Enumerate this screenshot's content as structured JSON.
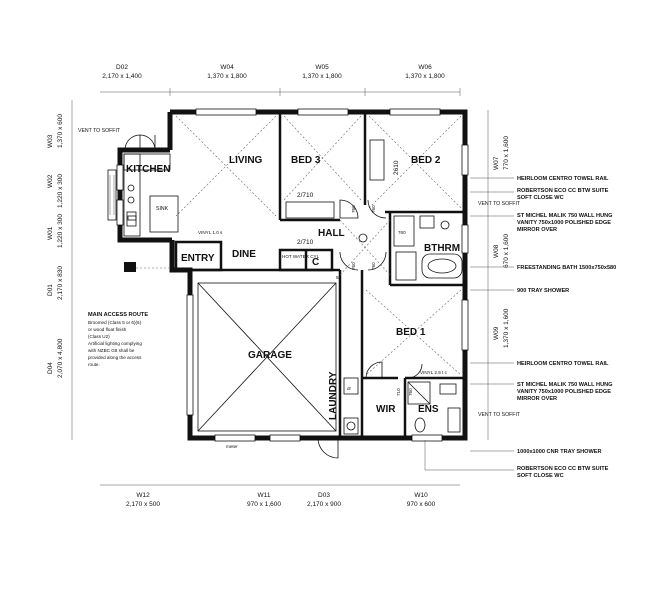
{
  "rooms": {
    "kitchen": "KITCHEN",
    "living": "LIVING",
    "bed3": "BED 3",
    "bed2": "BED 2",
    "bed1": "BED 1",
    "hall": "HALL",
    "dine": "DINE",
    "entry": "ENTRY",
    "garage": "GARAGE",
    "laundry": "LAUNDRY",
    "bthrm": "BTHRM",
    "wir": "WIR",
    "ens": "ENS",
    "sink": "SINK",
    "c": "C"
  },
  "windows_top": [
    {
      "code": "D02",
      "size": "2,170 x 1,400"
    },
    {
      "code": "W04",
      "size": "1,370 x 1,800"
    },
    {
      "code": "W05",
      "size": "1,370 x 1,800"
    },
    {
      "code": "W06",
      "size": "1,370 x 1,800"
    }
  ],
  "windows_left": [
    {
      "code": "W03",
      "size": "1,370 x 600"
    },
    {
      "code": "W02",
      "size": "1,220 x 300"
    },
    {
      "code": "W01",
      "size": "1,220 x 300"
    },
    {
      "code": "D01",
      "size": "2,170 x 830"
    },
    {
      "code": "D04",
      "size": "2,070 x 4,800"
    }
  ],
  "windows_right": [
    {
      "code": "W07",
      "size": "770 x 1,600"
    },
    {
      "code": "W08",
      "size": "670 x 1,600"
    },
    {
      "code": "W09",
      "size": "1,370 x 1,600"
    }
  ],
  "windows_bottom": [
    {
      "code": "W12",
      "size": "2,170 x 500"
    },
    {
      "code": "W11",
      "size": "970 x 1,600"
    },
    {
      "code": "D03",
      "size": "2,170 x 900"
    },
    {
      "code": "W10",
      "size": "970 x 600"
    }
  ],
  "notes_right": [
    "HEIRLOOM CENTRO TOWEL RAIL",
    "ROBERTSON ECO CC BTW SUITE",
    "SOFT CLOSE WC",
    "ST MICHEL MALIK 750 WALL HUNG",
    "VANITY 750x1000 POLISHED EDGE",
    "MIRROR OVER",
    "FREESTANDING BATH 1500x750x580",
    "900 TRAY SHOWER",
    "HEIRLOOM CENTRO TOWEL RAIL",
    "ST MICHEL MALIK 750 WALL HUNG",
    "VANITY 750x1000 POLISHED EDGE",
    "MIRROR OVER",
    "1000x1000 CNR TRAY SHOWER",
    "ROBERTSON ECO CC BTW SUITE",
    "SOFT CLOSE WC"
  ],
  "vents": [
    "VENT TO SOFFIT",
    "VENT TO SOFFIT",
    "VENT TO SOFFIT"
  ],
  "access_note": [
    "MAIN ACCESS ROUTE",
    "Broomed (Class 5 or 6)(6)",
    "or wood float finish",
    "(Class U2)",
    "Artificial lighting complying",
    "with NZBC G8 shall be",
    "provided along the access",
    "route."
  ],
  "door_sizes": {
    "d_bed3": "2/710",
    "d_dine": "2/710",
    "d_bed2": "2610",
    "h760a": "760",
    "h760b": "760",
    "h760c": "760",
    "h760d": "760",
    "h760e": "760",
    "h760f": "760",
    "h710": "710",
    "wir760": "760",
    "ens710": "710",
    "bth760": "760",
    "s58": "58"
  },
  "misc": {
    "vinyl1": "VINYL 1.0 s",
    "vinyl2": "VINYL 2.5 t c",
    "hwc": "HOT WATER CYL",
    "meter": "meter",
    "dr": "dr"
  }
}
